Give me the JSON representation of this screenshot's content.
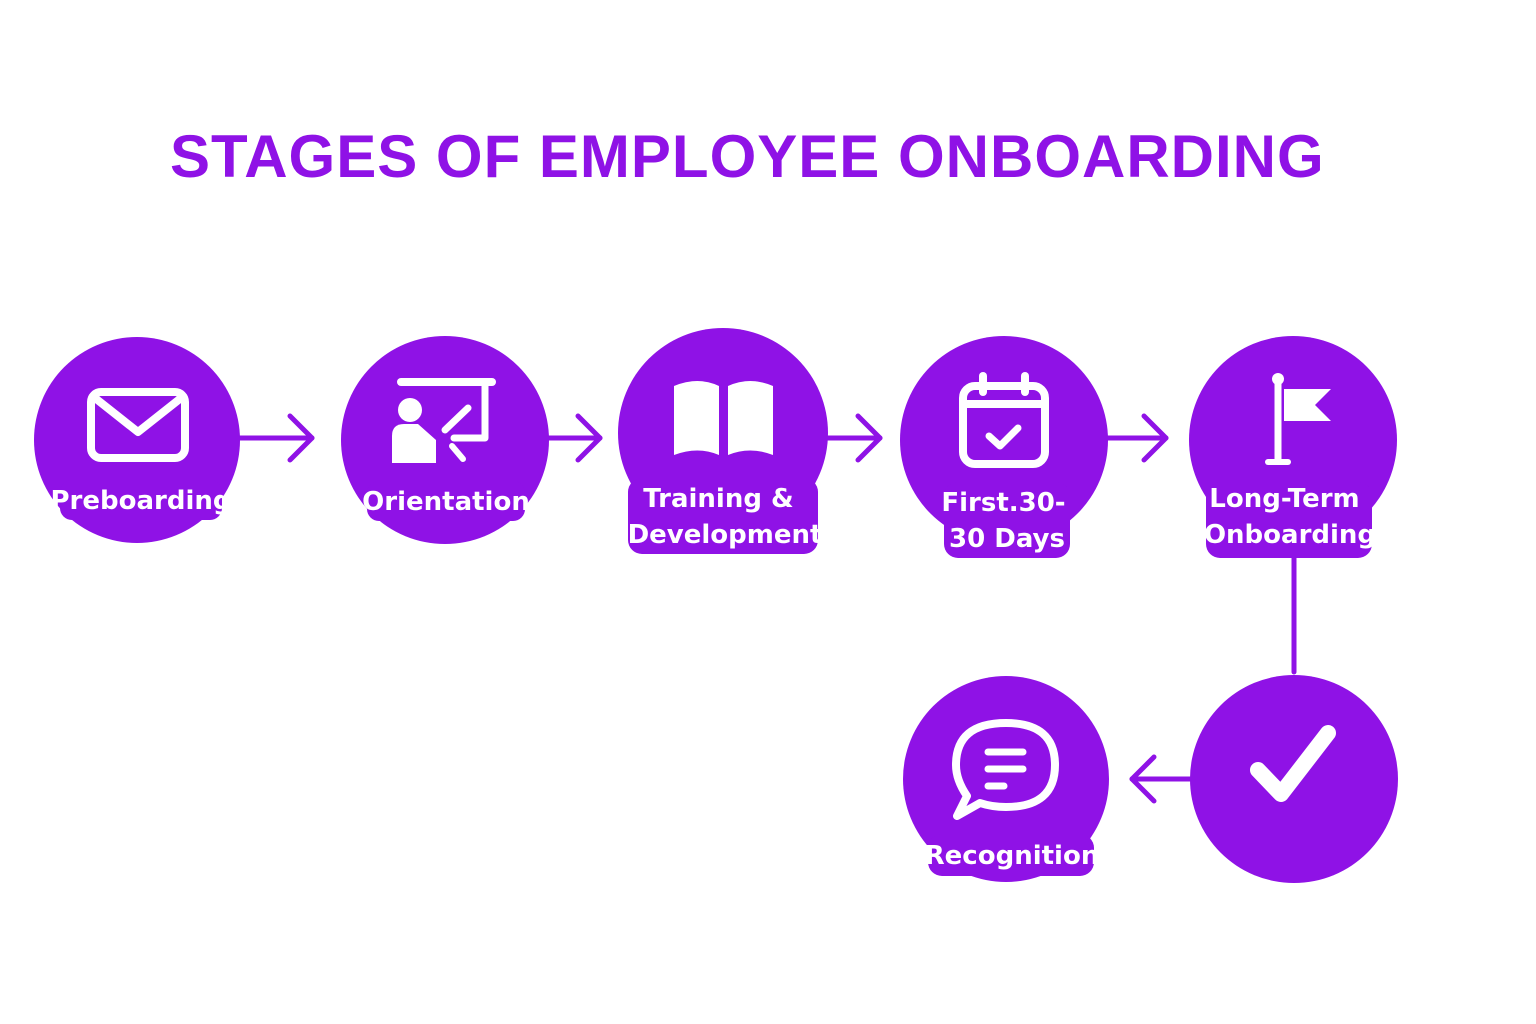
{
  "title": "STAGES OF EMPLOYEE ONBOARDING",
  "colors": {
    "accent": "#8f12e6",
    "icon": "#ffffff",
    "background": "#ffffff"
  },
  "stages": [
    {
      "id": "preboarding",
      "icon": "envelope-icon",
      "label": [
        "Preboarding"
      ]
    },
    {
      "id": "orientation",
      "icon": "presentation-board-icon",
      "label": [
        "Orientation"
      ]
    },
    {
      "id": "training",
      "icon": "open-book-icon",
      "label": [
        "Training &",
        "Development"
      ]
    },
    {
      "id": "first-days",
      "icon": "calendar-check-icon",
      "label": [
        "First.30-",
        "30 Days"
      ]
    },
    {
      "id": "long-term",
      "icon": "flag-icon",
      "label": [
        "Long-Term",
        "Onboarding"
      ]
    },
    {
      "id": "completion",
      "icon": "checkmark-icon",
      "label": []
    },
    {
      "id": "recognition",
      "icon": "chat-bubble-icon",
      "label": [
        "Recognition"
      ]
    }
  ]
}
